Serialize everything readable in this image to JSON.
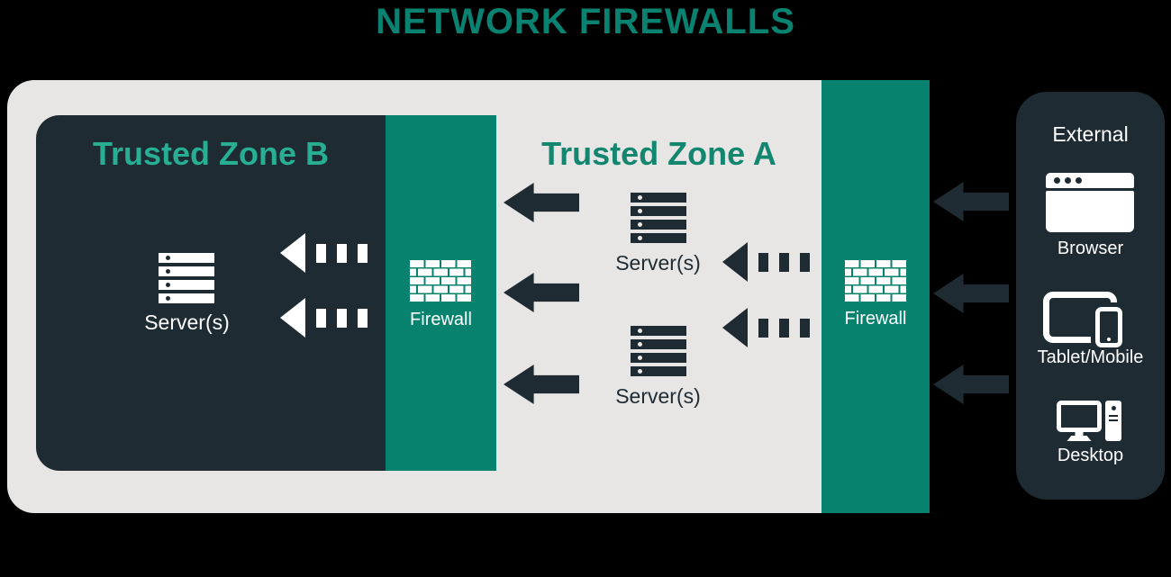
{
  "title": "NETWORK FIREWALLS",
  "colors": {
    "background": "#000000",
    "panel_gray": "#E8E6E5",
    "panel_navy": "#1E2B33",
    "firewall_teal": "#07826E",
    "title_teal": "#0A8271",
    "zone_b_title_teal": "#27AE93",
    "zone_a_title_teal": "#12866F",
    "white": "#FFFFFF"
  },
  "zone_b": {
    "title": "Trusted Zone B",
    "server_label": "Server(s)",
    "firewall_label": "Firewall",
    "icons": [
      "server-stack-icon",
      "dashed-left-arrow-icon",
      "brick-wall-icon"
    ]
  },
  "zone_a": {
    "title": "Trusted Zone A",
    "server_top_label": "Server(s)",
    "server_bottom_label": "Server(s)",
    "firewall_label": "Firewall",
    "icons": [
      "server-stack-icon",
      "dashed-left-arrow-icon",
      "solid-left-arrow-icon",
      "brick-wall-icon"
    ]
  },
  "external": {
    "title": "External",
    "browser_label": "Browser",
    "tablet_label": "Tablet/Mobile",
    "desktop_label": "Desktop",
    "icons": [
      "browser-icon",
      "tablet-mobile-icon",
      "desktop-icon"
    ]
  }
}
